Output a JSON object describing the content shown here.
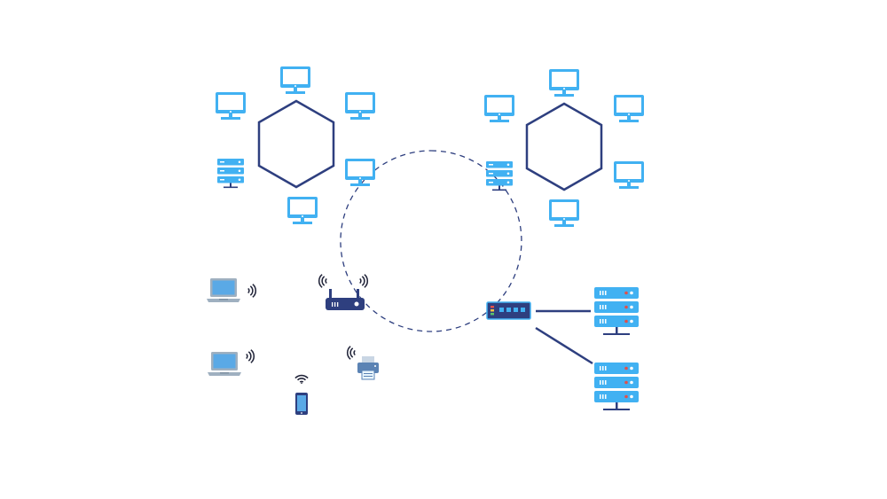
{
  "diagram": {
    "colors": {
      "device": "#41b1f2",
      "device_dark": "#2a8fd0",
      "device_light": "#e9f6fe",
      "line": "#2e3f7f",
      "laptop": "#9fb0c0",
      "laptop_screen": "#5aa9e6",
      "printer": "#5b83b4",
      "background": "#ffffff"
    },
    "groups": [
      {
        "name": "ring-network-left",
        "hub_shape": "hexagon",
        "nodes": [
          "monitor-icon",
          "monitor-icon",
          "monitor-icon",
          "monitor-icon",
          "monitor-icon",
          "server-icon"
        ]
      },
      {
        "name": "ring-network-right",
        "hub_shape": "hexagon",
        "nodes": [
          "monitor-icon",
          "monitor-icon",
          "monitor-icon",
          "monitor-icon",
          "monitor-icon",
          "server-icon"
        ]
      },
      {
        "name": "wireless-network",
        "hub": "router-icon",
        "nodes": [
          "laptop-icon",
          "laptop-icon",
          "smartphone-icon",
          "printer-icon"
        ]
      },
      {
        "name": "switched-network",
        "hub": "switch-icon",
        "nodes": [
          "server-rack-icon",
          "server-rack-icon"
        ]
      }
    ],
    "connections": [
      {
        "name": "backbone-ring",
        "style": "dashed"
      },
      {
        "name": "switch-to-server",
        "style": "solid"
      }
    ]
  }
}
